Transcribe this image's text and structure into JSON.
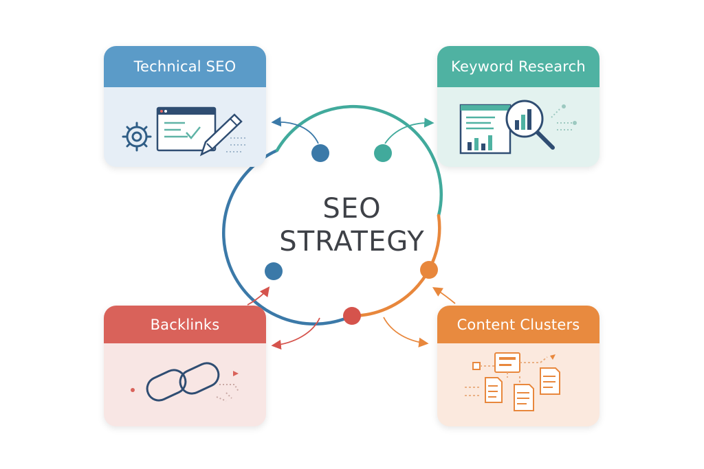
{
  "center": {
    "line1": "SEO",
    "line2": "STRATEGY"
  },
  "cards": {
    "technical": {
      "title": "Technical SEO",
      "color": "#5b9bc8",
      "body_color": "#e6eef6"
    },
    "keyword": {
      "title": "Keyword Research",
      "color": "#4fb2a2",
      "body_color": "#e3f2ef"
    },
    "backlinks": {
      "title": "Backlinks",
      "color": "#d9625a",
      "body_color": "#f8e6e4"
    },
    "content": {
      "title": "Content Clusters",
      "color": "#e88a3f",
      "body_color": "#fbe9de"
    }
  },
  "ring_colors": [
    "#3b79a8",
    "#41aa9c",
    "#e8873c",
    "#d5534c"
  ],
  "icons": {
    "technical": [
      "gear-icon",
      "browser-window-icon",
      "pencil-icon"
    ],
    "keyword": [
      "report-chart-icon",
      "magnifier-icon"
    ],
    "backlinks": [
      "chain-link-icon"
    ],
    "content": [
      "document-cluster-icon"
    ]
  }
}
